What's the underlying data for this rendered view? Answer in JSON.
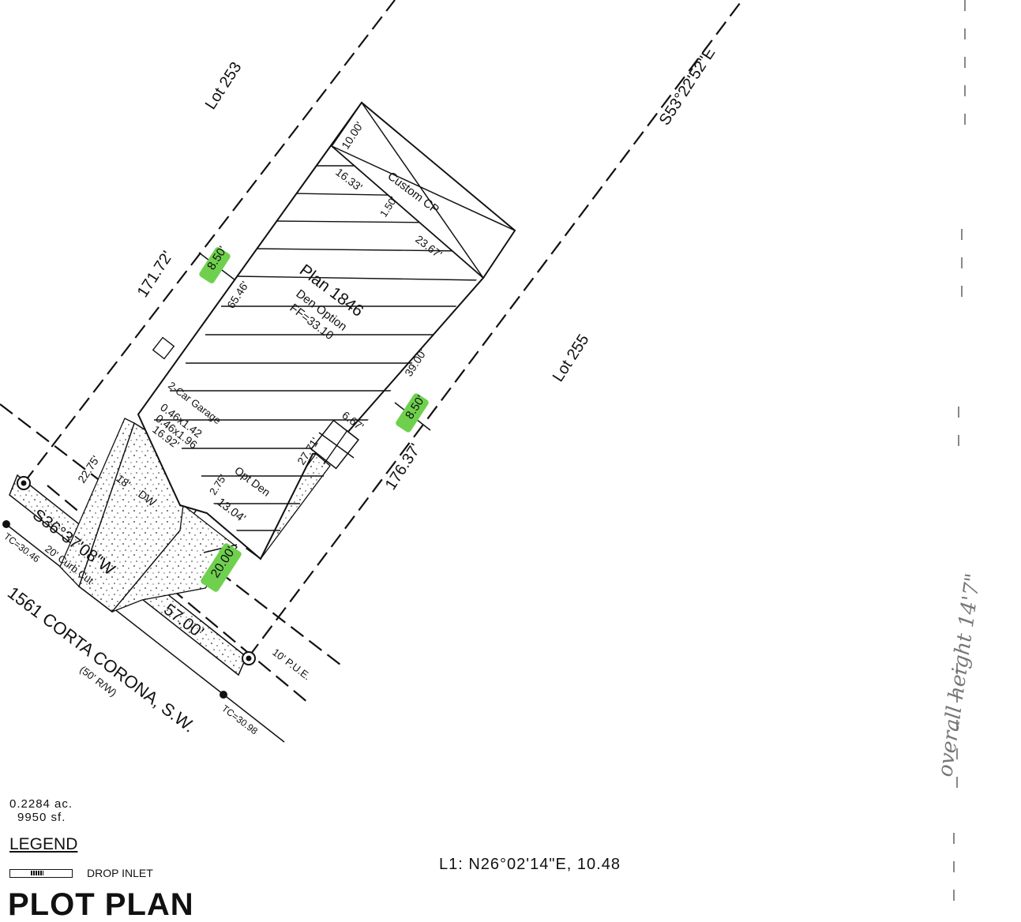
{
  "lots": {
    "north": "Lot 253",
    "south": "Lot 255"
  },
  "bearings": {
    "east_boundary": "S53°22'52\"E",
    "street_frontage": "S36°37'08\"W"
  },
  "dimensions": {
    "west_line": "171.72'",
    "east_line": "176.37'",
    "frontage": "57.00'",
    "driveway_setback": "20.00'",
    "side_setback_north": "8.50'",
    "side_setback_south": "8.50'",
    "house_side": "65.46'",
    "house_rear": "39.00'",
    "cp_offset_a": "10.00'",
    "cp_offset_b": "16.33'",
    "cp_depth": "1.50'",
    "cp_length": "23.67'",
    "den_a": "6.67'",
    "den_b": "27.71'",
    "den_c": "2.75'",
    "den_d": "13.04'",
    "garage_a": "0.46x1.42",
    "garage_b": "0.46x1.96",
    "garage_c": "16.92'",
    "walk_a": "22.75'",
    "walk_b": "18'",
    "tc_west": "TC=30.46",
    "tc_east": "TC=30.98"
  },
  "house": {
    "plan": "Plan 1846",
    "option": "Den Option",
    "ff": "FF=33.10"
  },
  "labels": {
    "custom_cp": "Custom CP",
    "garage": "2-Car Garage",
    "den": "Opt Den",
    "driveway": "DW",
    "curb_cut": "20' Curb Cut",
    "pue": "10' P.U.E.",
    "street": "1561 CORTA CORONA, S.W.",
    "row": "(50' R/W)",
    "handwritten": "overall height 14'7\""
  },
  "area": {
    "acres": "0.2284 ac.",
    "sqft": "9950 sf."
  },
  "legend": {
    "title": "LEGEND",
    "drop_inlet": "DROP INLET"
  },
  "line_table": {
    "l1": "L1:  N26°02'14\"E, 10.48"
  },
  "title": "PLOT PLAN",
  "colors": {
    "highlight": "#6fd04e",
    "ink": "#111111"
  }
}
